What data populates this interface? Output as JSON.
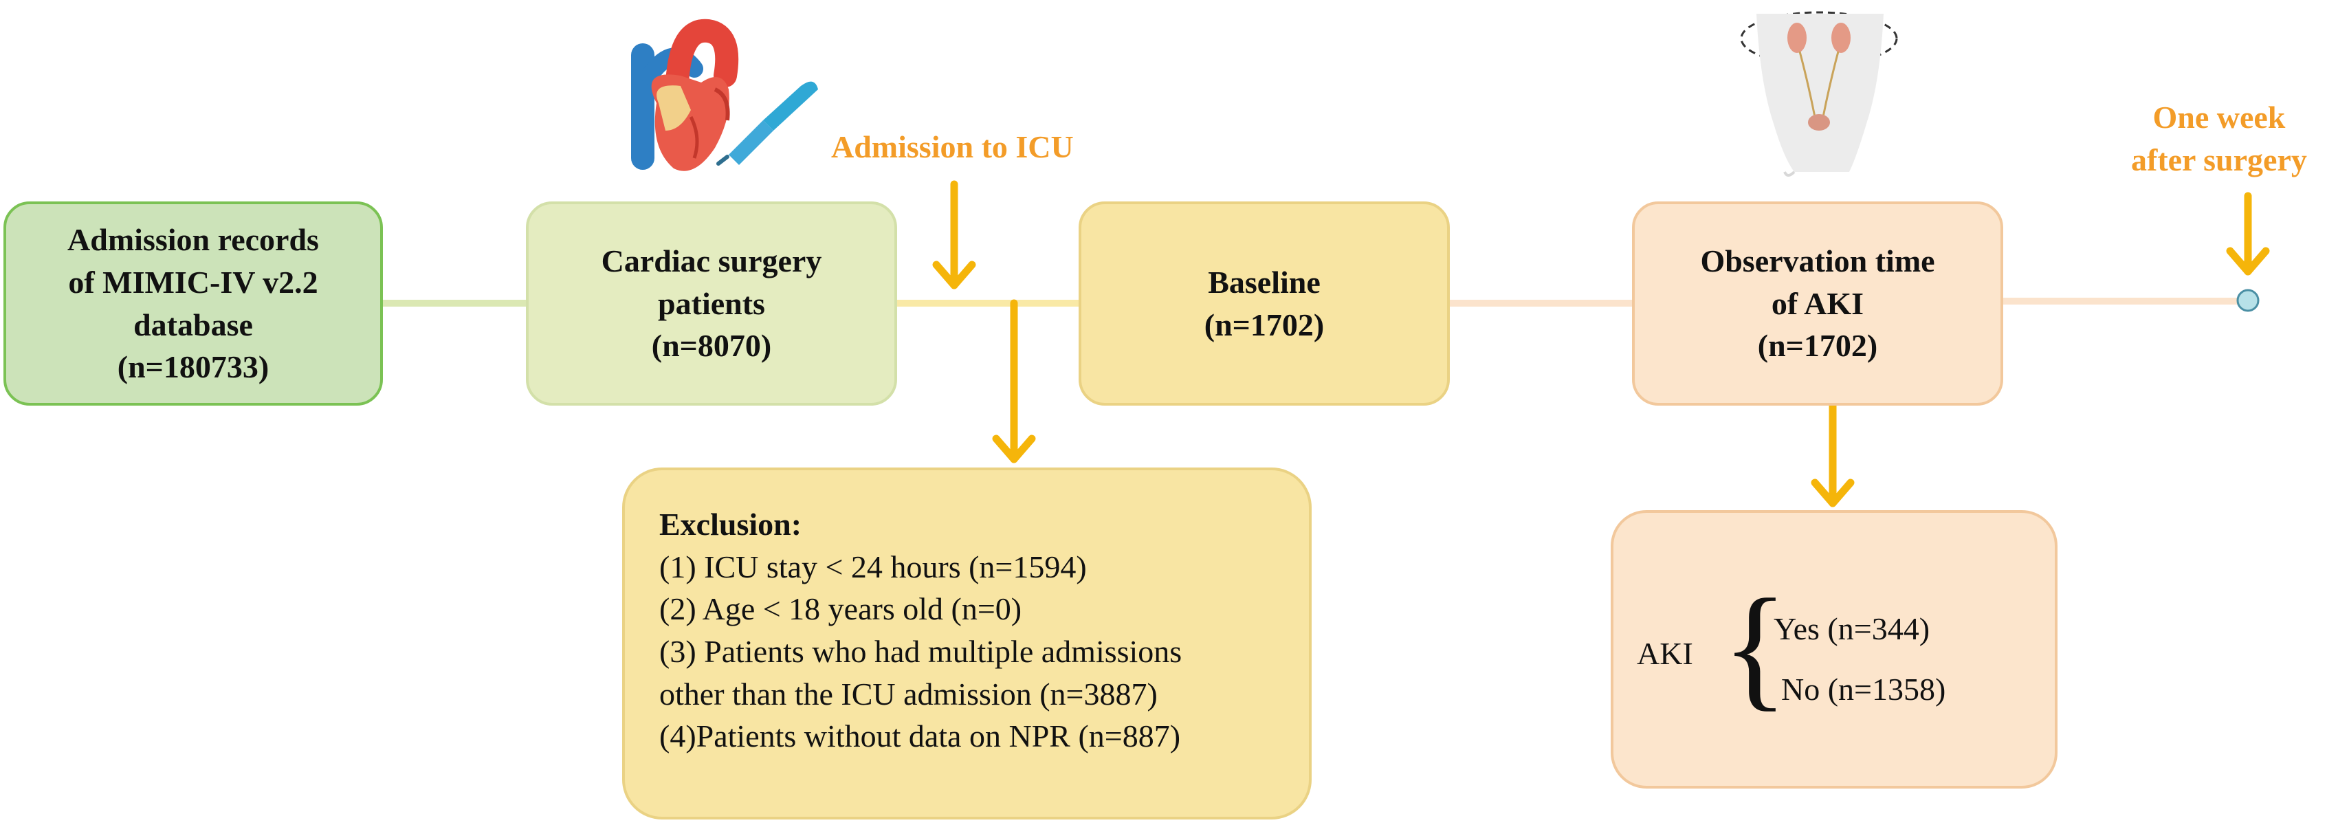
{
  "colors": {
    "arrow": "#f5b50a",
    "orange_text": "#f39c28",
    "green_box": "#cce3b9",
    "lightgreen_box": "#e4ecc0",
    "yellow_box": "#f8e5a3",
    "peach_box": "#fce5cc",
    "endpoint": "#b7e1e8"
  },
  "labels": {
    "admission_icu": "Admission to ICU",
    "one_week_line1": "One week",
    "one_week_line2": "after surgery"
  },
  "boxes": {
    "mimic": {
      "line1": "Admission records",
      "line2": "of MIMIC-IV v2.2",
      "line3": "database",
      "count": "(n=180733)"
    },
    "cardiac": {
      "line1": "Cardiac surgery",
      "line2": "patients",
      "count": "(n=8070)"
    },
    "baseline": {
      "line1": "Baseline",
      "count": "(n=1702)"
    },
    "observation": {
      "line1": "Observation time",
      "line2": "of AKI",
      "count": "(n=1702)"
    }
  },
  "exclusion": {
    "title": "Exclusion:",
    "items": [
      "(1) ICU stay < 24 hours (n=1594)",
      "(2) Age < 18 years old (n=0)",
      "(3) Patients who had multiple admissions",
      "other than the ICU admission  (n=3887)",
      "(4)Patients without data on NPR (n=887)"
    ]
  },
  "aki": {
    "label": "AKI",
    "yes": "Yes (n=344)",
    "no": "No  (n=1358)"
  },
  "icons": {
    "heart": "heart-icon",
    "scalpel": "scalpel-icon",
    "kidney": "kidney-anatomy-icon"
  }
}
